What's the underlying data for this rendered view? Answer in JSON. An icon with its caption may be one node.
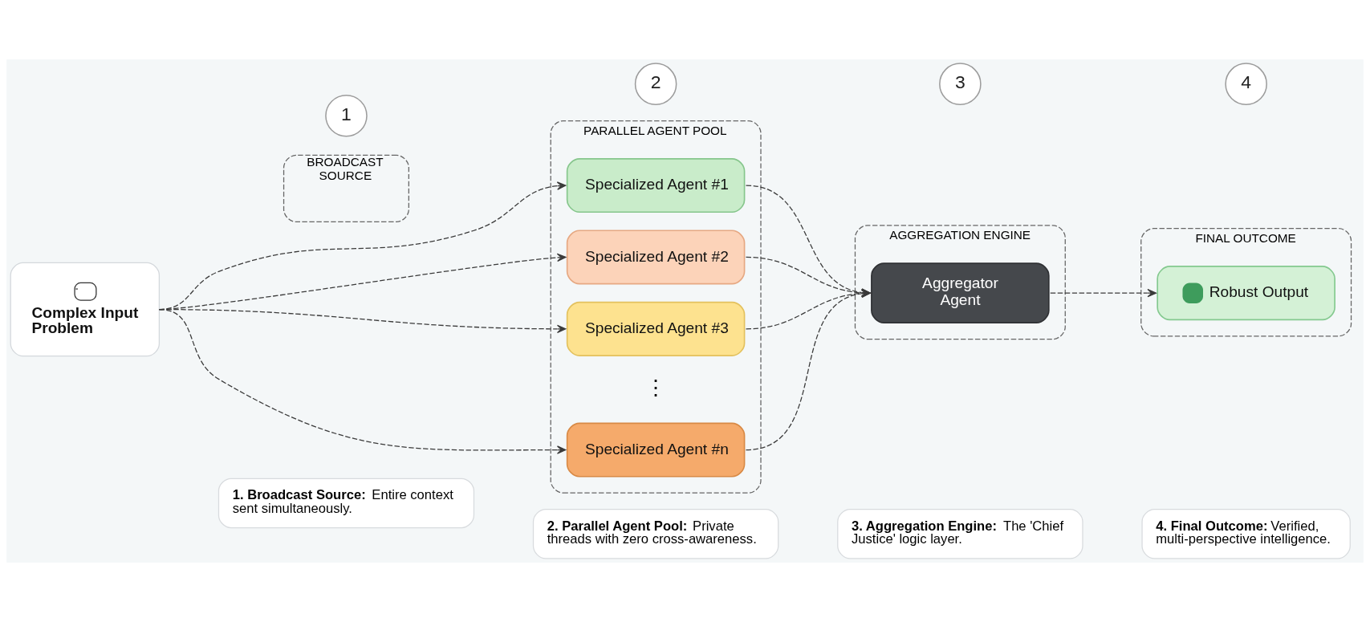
{
  "diagram": {
    "nodes": [
      {
        "text": [
          "Complex Input Problem"
        ]
      },
      {
        "text": [
          "1"
        ]
      },
      {
        "text": [
          "BROADCAST SOURCE"
        ]
      },
      {
        "text": [
          "2"
        ]
      },
      {
        "text": [
          "PARALLEL AGENT POOL"
        ]
      },
      {
        "text": [
          "Specialized Agent #1"
        ],
        "in": 4
      },
      {
        "text": [
          "Specialized Agent #2"
        ],
        "in": 4
      },
      {
        "text": [
          "Specialized Agent #3"
        ],
        "in": 4
      },
      {
        "text": [
          "Specialized Agent #n"
        ],
        "in": 4
      },
      {
        "text": [
          "3"
        ]
      },
      {
        "text": [
          "AGGREGATION ENGINE"
        ]
      },
      {
        "text": [
          "Aggregator Agent"
        ],
        "in": 10
      },
      {
        "text": [
          "4"
        ]
      },
      {
        "text": [
          "FINAL OUTCOME"
        ]
      },
      {
        "text": [
          "Robust Output"
        ],
        "in": 13
      },
      {
        "text": [
          "**1. Broadcast Source:** Entire context sent simultaneously."
        ]
      },
      {
        "text": [
          "**2. Parallel Agent Pool:** Private threads with zero cross-awareness."
        ]
      },
      {
        "text": [
          "**3. Aggregation Engine:** The 'Chief Justice' logic layer."
        ]
      },
      {
        "text": [
          "**4. Final Outcome:** Verified, multi-perspective intelligence."
        ]
      }
    ],
    "edges": [
      {
        "from": 0,
        "to": 5,
        "arrow": "to",
        "style": "dashed"
      },
      {
        "from": 0,
        "to": 6,
        "arrow": "to",
        "style": "dashed"
      },
      {
        "from": 0,
        "to": 7,
        "arrow": "to",
        "style": "dashed"
      },
      {
        "from": 0,
        "to": 8,
        "arrow": "to",
        "style": "dashed"
      },
      {
        "from": 5,
        "to": 11,
        "arrow": "to",
        "style": "dashed"
      },
      {
        "from": 6,
        "to": 11,
        "arrow": "to",
        "style": "dashed"
      },
      {
        "from": 7,
        "to": 11,
        "arrow": "to",
        "style": "dashed"
      },
      {
        "from": 8,
        "to": 11,
        "arrow": "to",
        "style": "dashed"
      },
      {
        "from": 11,
        "to": 14,
        "arrow": "to",
        "style": "dashed"
      }
    ],
    "labels": [
      "⋮"
    ]
  }
}
